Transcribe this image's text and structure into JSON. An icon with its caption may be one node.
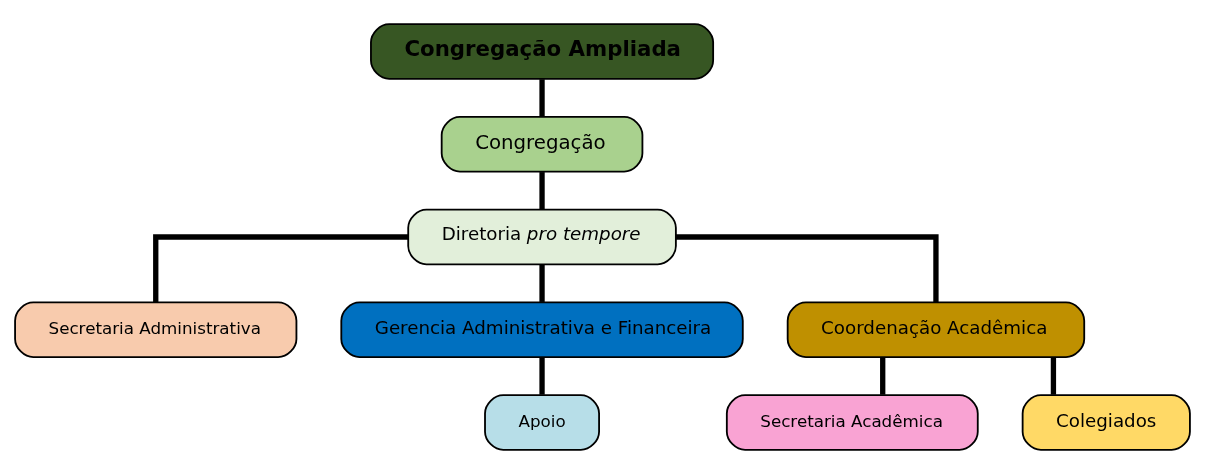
{
  "diagram": {
    "nodes": [
      {
        "text": [
          "Congregação Ampliada"
        ]
      },
      {
        "text": [
          "Congregação"
        ]
      },
      {
        "text": [
          "Diretoria *pro tempore*"
        ]
      },
      {
        "text": [
          "Secretaria Administrativa"
        ]
      },
      {
        "text": [
          "Gerencia Administrativa e Financeira"
        ]
      },
      {
        "text": [
          "Coordenação Acadêmica"
        ]
      },
      {
        "text": [
          "Apoio"
        ]
      },
      {
        "text": [
          "Secretaria Acadêmica"
        ]
      },
      {
        "text": [
          "Colegiados"
        ]
      }
    ],
    "edges": [
      {
        "from": 0,
        "to": 1,
        "arrow": "none"
      },
      {
        "from": 1,
        "to": 2,
        "arrow": "none"
      },
      {
        "from": 2,
        "to": 3,
        "arrow": "none"
      },
      {
        "from": 2,
        "to": 4,
        "arrow": "none"
      },
      {
        "from": 2,
        "to": 5,
        "arrow": "none"
      },
      {
        "from": 4,
        "to": 6,
        "arrow": "none"
      },
      {
        "from": 5,
        "to": 7,
        "arrow": "none"
      },
      {
        "from": 5,
        "to": 8,
        "arrow": "none"
      }
    ]
  }
}
